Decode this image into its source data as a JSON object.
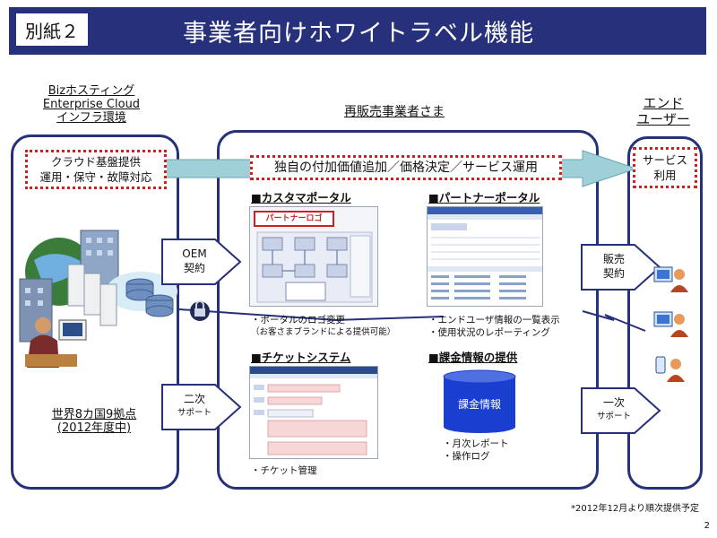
{
  "header": {
    "tag": "別紙２",
    "title": "事業者向けホワイトラベル機能"
  },
  "left": {
    "heading": [
      "Bizホスティング",
      "Enterprise Cloud",
      "インフラ環境"
    ],
    "box": [
      "クラウド基盤提供",
      "運用・保守・故障対応"
    ],
    "bases": [
      "世界8カ国9拠点",
      "(2012年度中)"
    ]
  },
  "center": {
    "heading": "再販売事業者さま",
    "banner": "独自の付加価値追加／価格決定／サービス運用",
    "customer_portal": {
      "title": "■カスタマポータル",
      "logo": "パートナーロゴ",
      "bullets": [
        "・ポータルのロゴ変更",
        "（お客さまブランドによる提供可能）"
      ]
    },
    "partner_portal": {
      "title": "■パートナーポータル",
      "bullets": [
        "・エンドユーザ情報の一覧表示",
        "・使用状況のレポーティング"
      ]
    },
    "ticket": {
      "title": "■チケットシステム",
      "bullets": [
        "・チケット管理"
      ]
    },
    "billing": {
      "title": "■課金情報の提供",
      "db_label": "課金情報",
      "bullets": [
        "・月次レポート",
        "・操作ログ"
      ]
    }
  },
  "right": {
    "heading": [
      "エンド",
      "ユーザー"
    ],
    "box": [
      "サービス",
      "利用"
    ]
  },
  "arrows": {
    "oem": [
      "OEM",
      "契約"
    ],
    "sales": [
      "販売",
      "契約"
    ],
    "secondary": [
      "二次",
      "サポート"
    ],
    "primary": [
      "一次",
      "サポート"
    ]
  },
  "footer": {
    "note": "*2012年12月より順次提供予定",
    "page": "2"
  },
  "colors": {
    "navy": "#27307a",
    "red": "#d0201e",
    "teal": "#9fd0d8",
    "blue": "#1a3fd0"
  }
}
